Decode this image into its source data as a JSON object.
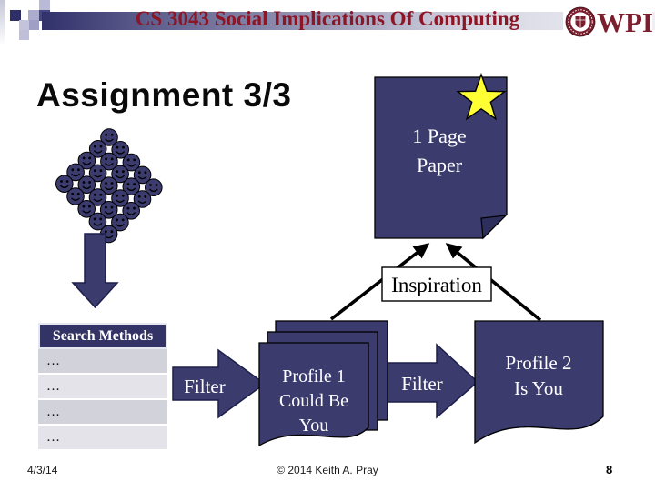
{
  "header": {
    "course_title": "CS 3043 Social Implications Of Computing",
    "wpi_logo_text": "WPI"
  },
  "title": "Assignment 3/3",
  "search_table": {
    "header": "Search Methods",
    "rows": [
      "…",
      "…",
      "…",
      "…"
    ]
  },
  "diagram": {
    "filter_left_label": "Filter",
    "filter_right_label": "Filter",
    "profile1_lines": [
      "Profile 1",
      "Could Be",
      "You"
    ],
    "profile2_lines": [
      "Profile 2",
      "Is You"
    ],
    "paper_lines": [
      "1 Page",
      "Paper"
    ],
    "inspiration_label": "Inspiration"
  },
  "footer": {
    "date": "4/3/14",
    "copyright": "© 2014 Keith A. Pray",
    "slide_number": "8"
  },
  "colors": {
    "navy": "#3B3B6E",
    "navy_dark": "#2E2E5C",
    "outline_dark": "#1E1E4A",
    "maroon": "#8C1526",
    "logo_maroon": "#7B1E2E",
    "star_yellow": "#FFFF33",
    "table_header_bg": "#333366",
    "row_dark": "#D2D2DA",
    "row_light": "#E3E3E9"
  }
}
